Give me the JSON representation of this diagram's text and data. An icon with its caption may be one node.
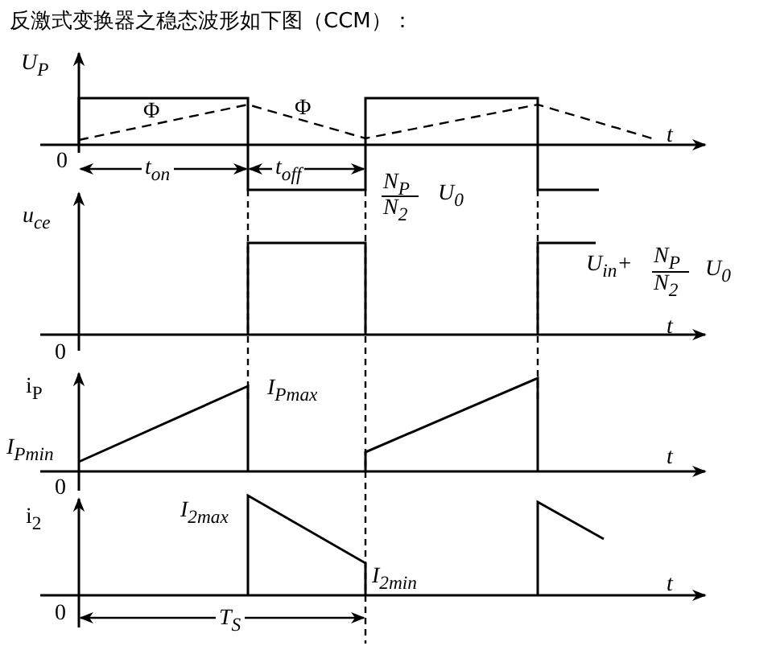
{
  "diagram": {
    "title": "反激式变换器之稳态波形如下图（CCM）：",
    "labels": [
      "U$_{P}$",
      "Φ",
      "Φ",
      "t",
      "0",
      "t$_{on}$",
      "t$_{off}$",
      "N$_{P}$",
      "N$_{2}$",
      "U$_{0}$",
      "u$_{ce}$",
      "U$_{in}$+",
      "N$_{P}$",
      "N$_{2}$",
      "U$_{0}$",
      "t",
      "0",
      "i$_{P}$",
      "I$_{Pmax}$",
      "I$_{Pmin}$",
      "t",
      "0",
      "i$_{2}$",
      "I$_{2max}$",
      "I$_{2min}$",
      "t",
      "0",
      "T$_{S}$"
    ]
  }
}
